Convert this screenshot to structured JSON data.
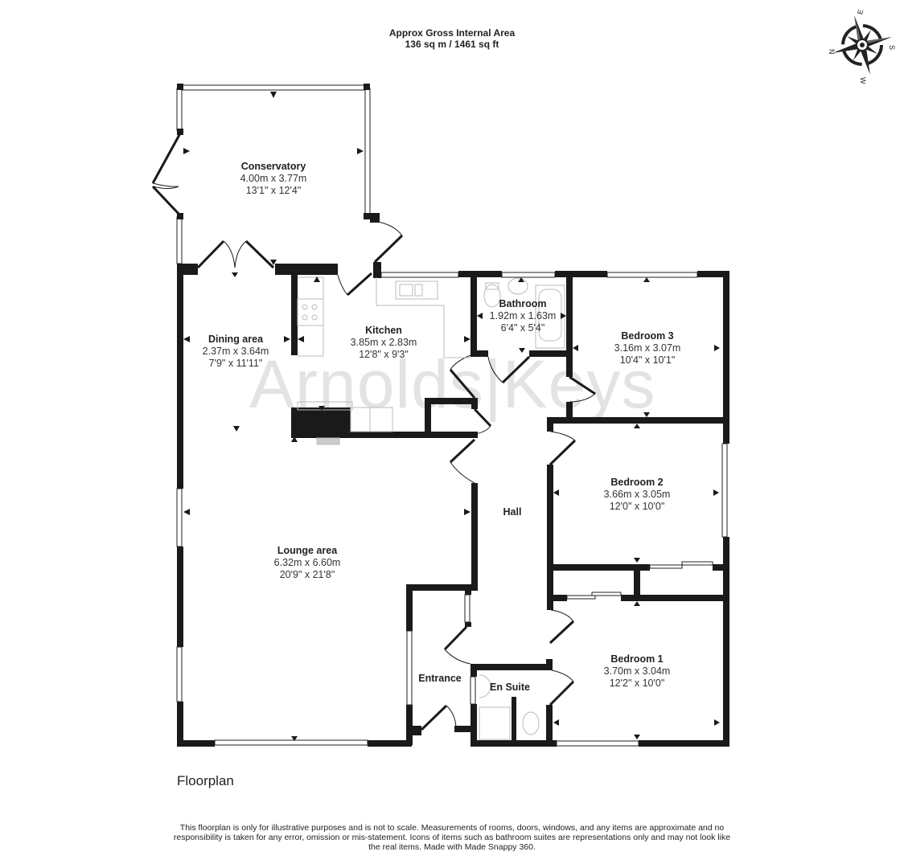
{
  "header": {
    "title": "Approx Gross Internal Area",
    "area": "136 sq m / 1461 sq ft"
  },
  "compass": {
    "icon": "compass-rose-icon",
    "labels": {
      "top": "E",
      "right": "S",
      "bottom": "W",
      "left": "N"
    }
  },
  "watermark": "Arnolds|Keys",
  "rooms": [
    {
      "id": "conservatory",
      "name": "Conservatory",
      "metric": "4.00m x 3.77m",
      "imperial": "13'1\" x 12'4\""
    },
    {
      "id": "dining-area",
      "name": "Dining area",
      "metric": "2.37m x 3.64m",
      "imperial": "7'9\" x 11'11\""
    },
    {
      "id": "kitchen",
      "name": "Kitchen",
      "metric": "3.85m x 2.83m",
      "imperial": "12'8\" x 9'3\""
    },
    {
      "id": "bathroom",
      "name": "Bathroom",
      "metric": "1.92m x 1.63m",
      "imperial": "6'4\" x 5'4\""
    },
    {
      "id": "bedroom-3",
      "name": "Bedroom 3",
      "metric": "3.16m x 3.07m",
      "imperial": "10'4\" x 10'1\""
    },
    {
      "id": "bedroom-2",
      "name": "Bedroom 2",
      "metric": "3.66m x 3.05m",
      "imperial": "12'0\" x 10'0\""
    },
    {
      "id": "hall",
      "name": "Hall",
      "metric": "",
      "imperial": ""
    },
    {
      "id": "lounge-area",
      "name": "Lounge area",
      "metric": "6.32m x 6.60m",
      "imperial": "20'9\" x 21'8\""
    },
    {
      "id": "entrance",
      "name": "Entrance",
      "metric": "",
      "imperial": ""
    },
    {
      "id": "en-suite",
      "name": "En Suite",
      "metric": "",
      "imperial": ""
    },
    {
      "id": "bedroom-1",
      "name": "Bedroom 1",
      "metric": "3.70m x 3.04m",
      "imperial": "12'2\" x 10'0\""
    }
  ],
  "footer": {
    "floor_label": "Floorplan",
    "disclaimer": "This floorplan is only for illustrative purposes and is not to scale. Measurements of rooms, doors, windows, and any items are approximate and no responsibility is taken for any error, omission or mis-statement. Icons of items such as bathroom suites are representations only and may not look like the real items. Made with Made Snappy 360."
  },
  "colors": {
    "wall": "#1a1a1a",
    "wall_dark": "#333333",
    "fixture": "#bbbbbb",
    "watermark": "#e3e3e3",
    "text": "#222222"
  }
}
